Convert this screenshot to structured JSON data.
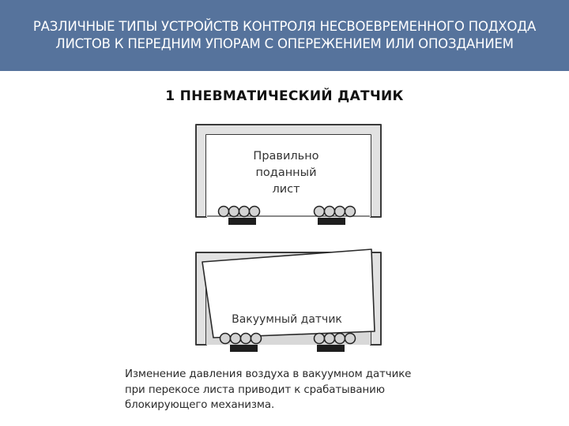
{
  "header": {
    "title_line1": "РАЗЛИЧНЫЕ ТИПЫ УСТРОЙСТВ КОНТРОЛЯ НЕСВОЕВРЕМЕННОГО ПОДХОДА",
    "title_line2": "ЛИСТОВ К ПЕРЕДНИМ УПОРАМ С ОПЕРЕЖЕНИЕМ ИЛИ ОПОЗДАНИЕМ",
    "background_color": "#56739c"
  },
  "section": {
    "title": "1 ПНЕВМАТИЧЕСКИЙ ДАТЧИК"
  },
  "diagram_top": {
    "label_line1": "Правильно",
    "label_line2": "поданный",
    "label_line3": "лист"
  },
  "diagram_bottom": {
    "label": "Вакуумный датчик"
  },
  "caption": {
    "line1": "Изменение давления воздуха в вакуумном датчике",
    "line2": "при перекосе листа приводит к срабатыванию",
    "line3": "блокирующего механизма."
  }
}
